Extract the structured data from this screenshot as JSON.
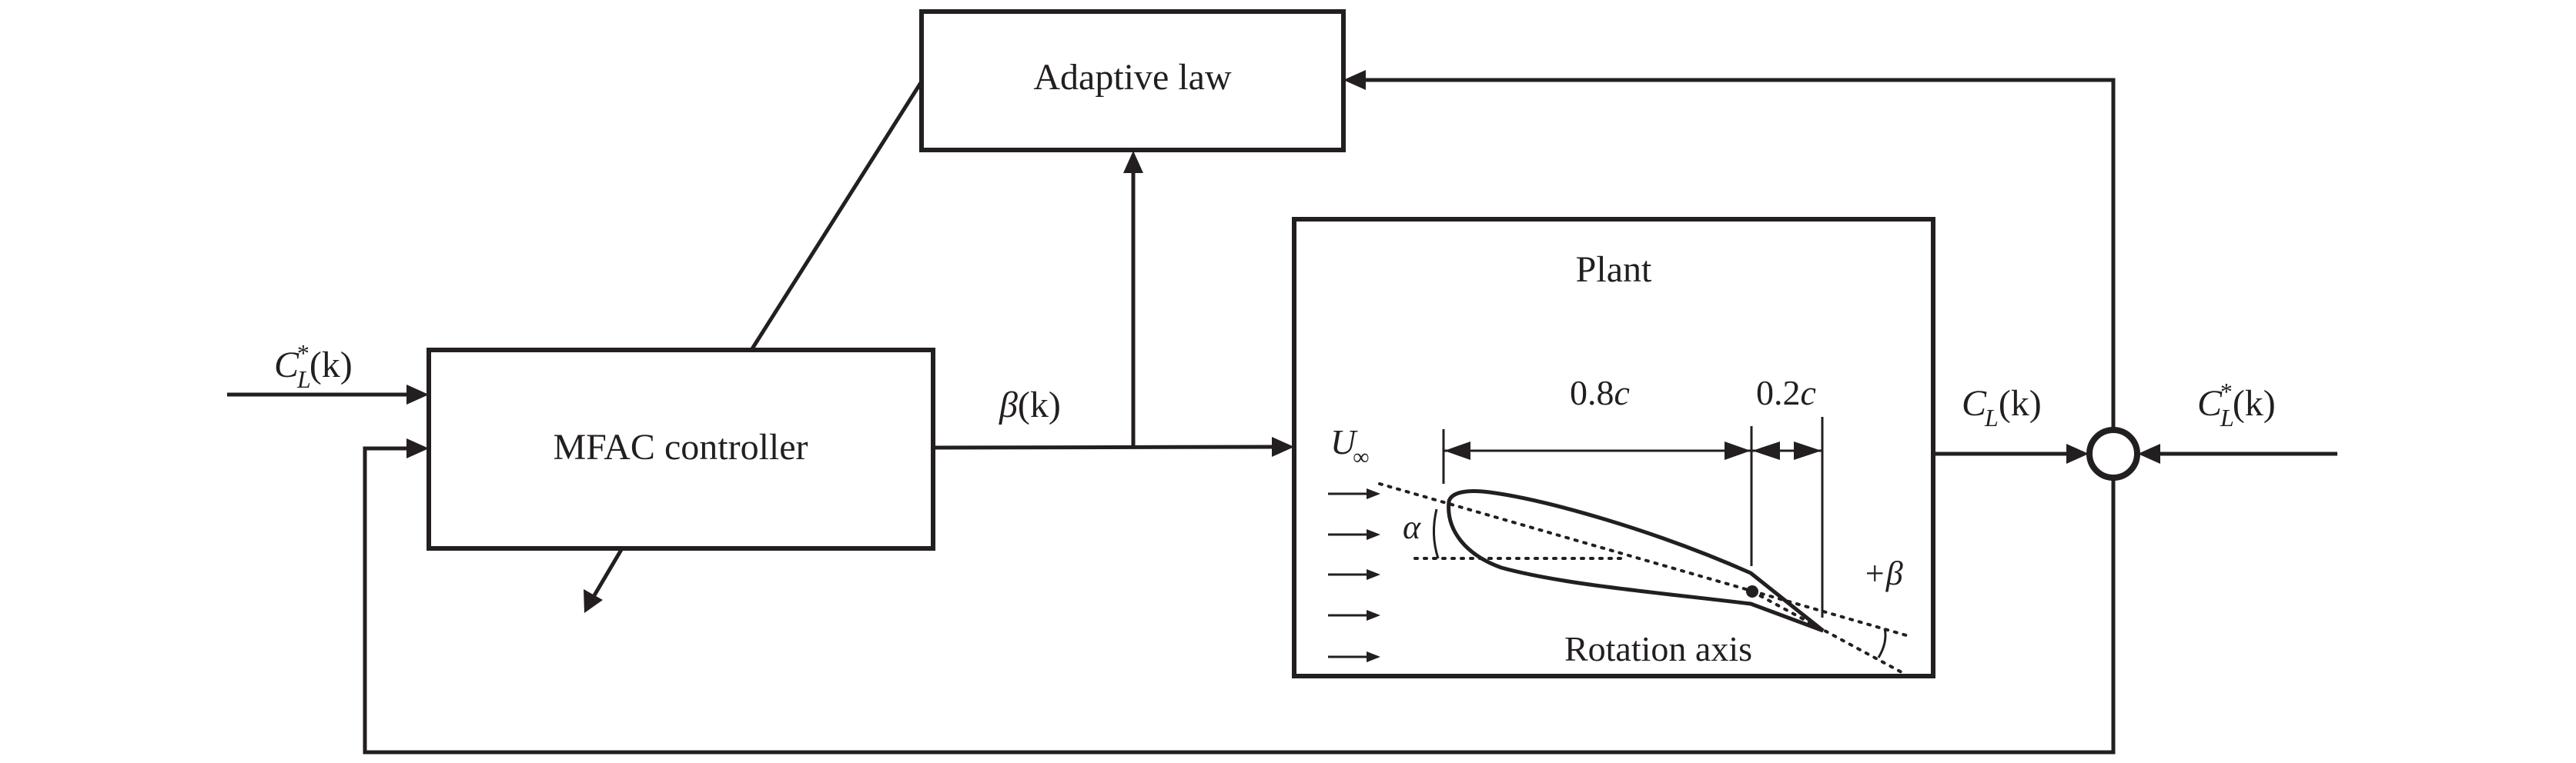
{
  "blocks": {
    "adaptive_law": "Adaptive law",
    "mfac_controller": "MFAC controller",
    "plant": "Plant"
  },
  "signals": {
    "reference_input": {
      "base": "C",
      "sub": "L",
      "sup": "*",
      "arg": "(k)"
    },
    "control_output": {
      "base": "β",
      "arg": "(k)"
    },
    "plant_output": {
      "base": "C",
      "sub": "L",
      "arg": "(k)"
    },
    "reference_right": {
      "base": "C",
      "sub": "L",
      "sup": "*",
      "arg": "(k)"
    }
  },
  "plant_detail": {
    "freestream": {
      "base": "U",
      "sub": "∞"
    },
    "angle_of_attack": "α",
    "flap_deflection": "+β",
    "dim_main": {
      "num": "0.8",
      "var": "c"
    },
    "dim_flap": {
      "num": "0.2",
      "var": "c"
    },
    "rotation_axis": "Rotation axis"
  },
  "colors": {
    "ink": "#231f20",
    "background": "#ffffff"
  }
}
